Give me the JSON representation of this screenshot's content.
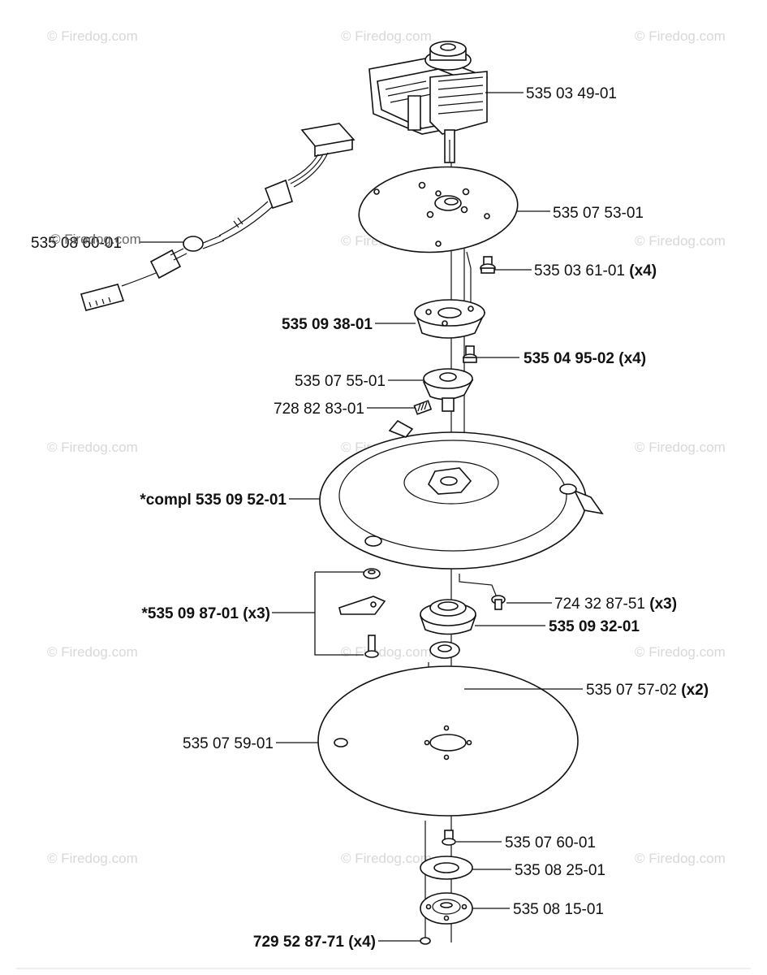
{
  "watermark": "© Firedog.com",
  "parts": [
    {
      "id": "p1",
      "number": "535 03 49-01",
      "qty": "",
      "bold": false
    },
    {
      "id": "p2",
      "number": "535 07 53-01",
      "qty": "",
      "bold": false
    },
    {
      "id": "p3",
      "number": "535 03 61-01",
      "qty": "(x4)",
      "bold": false
    },
    {
      "id": "p4",
      "number": "535 09 38-01",
      "qty": "",
      "bold": true
    },
    {
      "id": "p5",
      "number": "535 04 95-02",
      "qty": "(x4)",
      "bold": true
    },
    {
      "id": "p6",
      "number": "535 07 55-01",
      "qty": "",
      "bold": false
    },
    {
      "id": "p7",
      "number": "728 82 83-01",
      "qty": "",
      "bold": false
    },
    {
      "id": "p8",
      "number": "*compl 535 09 52-01",
      "qty": "",
      "bold": true
    },
    {
      "id": "p9",
      "number": "724 32 87-51",
      "qty": "(x3)",
      "bold": false
    },
    {
      "id": "p10",
      "number": "*535 09 87-01",
      "qty": "(x3)",
      "bold": true
    },
    {
      "id": "p11",
      "number": "535 09 32-01",
      "qty": "",
      "bold": true
    },
    {
      "id": "p12",
      "number": "535 07 57-02",
      "qty": "(x2)",
      "bold": false
    },
    {
      "id": "p13",
      "number": "535 07 59-01",
      "qty": "",
      "bold": false
    },
    {
      "id": "p14",
      "number": "535 07 60-01",
      "qty": "",
      "bold": false
    },
    {
      "id": "p15",
      "number": "535 08 25-01",
      "qty": "",
      "bold": false
    },
    {
      "id": "p16",
      "number": "535 08 15-01",
      "qty": "",
      "bold": false
    },
    {
      "id": "p17",
      "number": "729 52 87-71",
      "qty": "(x4)",
      "bold": true
    },
    {
      "id": "p18",
      "number": "535 08 60-01",
      "qty": "",
      "bold": false
    }
  ]
}
